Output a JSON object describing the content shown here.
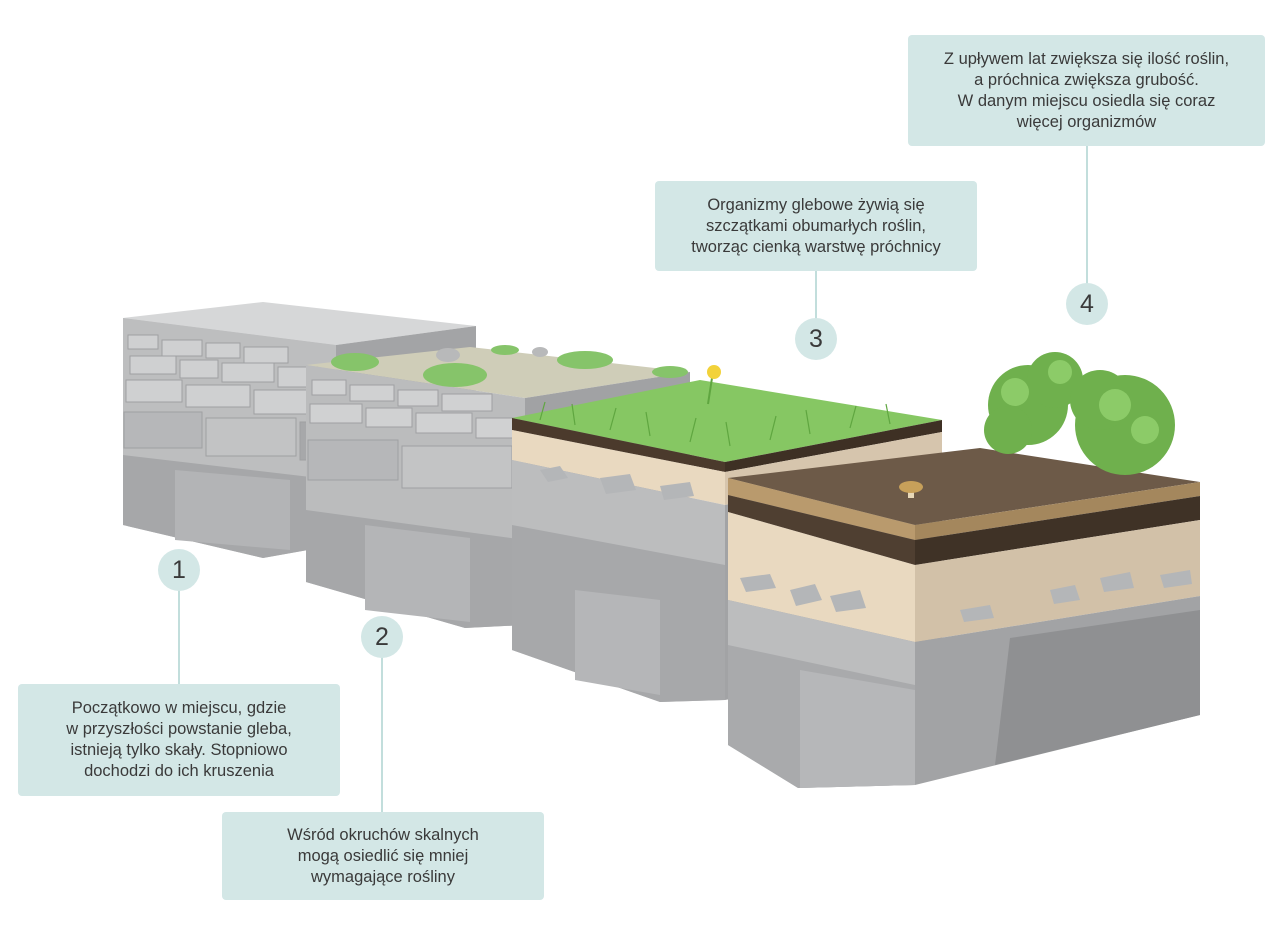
{
  "steps": [
    {
      "number": "1",
      "text": [
        "Początkowo w miejscu, gdzie",
        "w przyszłości powstanie gleba,",
        "istnieją tylko skały. Stopniowo",
        "dochodzi do ich kruszenia"
      ]
    },
    {
      "number": "2",
      "text": [
        "Wśród okruchów skalnych",
        "mogą osiedlić się mniej",
        "wymagające rośliny"
      ]
    },
    {
      "number": "3",
      "text": [
        "Organizmy glebowe żywią się",
        "szczątkami obumarłych roślin,",
        "tworząc cienką warstwę próchnicy"
      ]
    },
    {
      "number": "4",
      "text": [
        "Z upływem lat zwiększa się ilość roślin,",
        "a próchnica zwiększa grubość.",
        "W danym miejscu osiedla się coraz",
        "więcej organizmów"
      ]
    }
  ],
  "colors": {
    "callout_bg": "#d3e7e6",
    "leader": "#c2dedc",
    "rock_light": "#c9cacb",
    "rock_mid": "#a9aaab",
    "rock_dark": "#8d8e90",
    "subsoil": "#ecdcc4",
    "humus": "#5c4a3b",
    "grass": "#7cc35c",
    "shrub": "#6fb04d"
  }
}
